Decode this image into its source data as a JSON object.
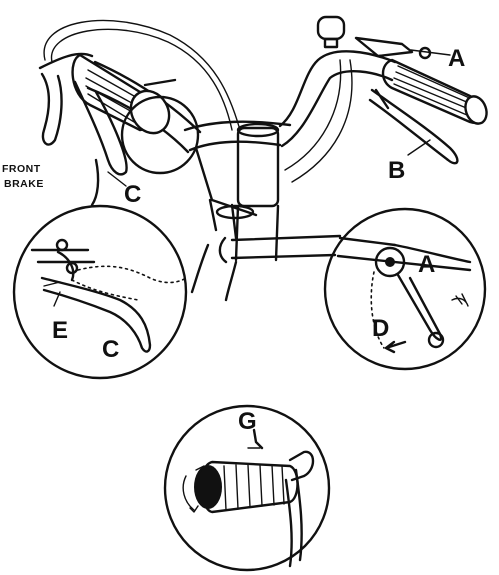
{
  "labels": {
    "a_main": "A",
    "b": "B",
    "c_main": "C",
    "front": "FRONT",
    "brake": "BRAKE",
    "a_inset": "A",
    "d": "D",
    "e": "E",
    "c_inset": "C",
    "g": "G"
  }
}
